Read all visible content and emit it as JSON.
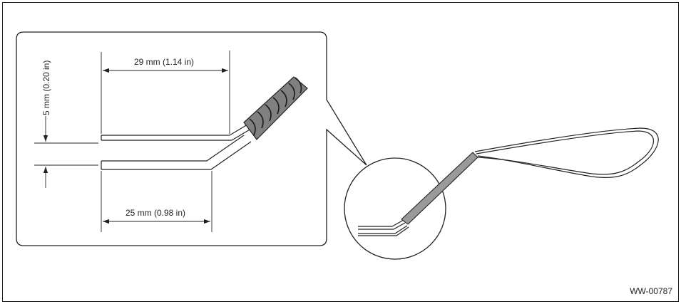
{
  "dimensions": {
    "upper_length": "29 mm (1.14 in)",
    "lower_length": "25 mm (0.98 in)",
    "gap": "5 mm (0.20 in)"
  },
  "figure_id": "WW-00787"
}
